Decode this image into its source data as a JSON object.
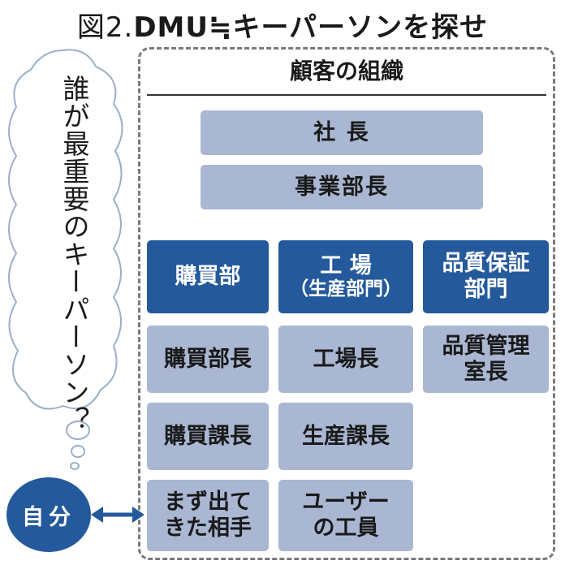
{
  "title": {
    "prefix": "図2.",
    "main": "DMU≒キーパーソンを探せ"
  },
  "thought": "誰が最重要のキーパーソン？",
  "self": "自分",
  "org": {
    "heading": "顧客の組織",
    "president": "社 長",
    "division_head": "事業部長",
    "departments": [
      {
        "line1": "購買部",
        "line2": ""
      },
      {
        "line1": "工 場",
        "line2": "（生産部門）"
      },
      {
        "line1": "品質保証",
        "line2": "部門"
      }
    ],
    "purchasing_roles": [
      "購買部長",
      "購買課長"
    ],
    "factory_roles": [
      "工場長",
      "生産課長"
    ],
    "quality_role": {
      "line1": "品質管理",
      "line2": "室長"
    },
    "first_contact": {
      "line1": "まず出て",
      "line2": "きた相手"
    },
    "user_worker": {
      "line1": "ユーザー",
      "line2": "の工員"
    }
  },
  "colors": {
    "dark_blue": "#245a9c",
    "light_blue": "#a9b7d3",
    "dashed_border": "#7a7a7a"
  }
}
